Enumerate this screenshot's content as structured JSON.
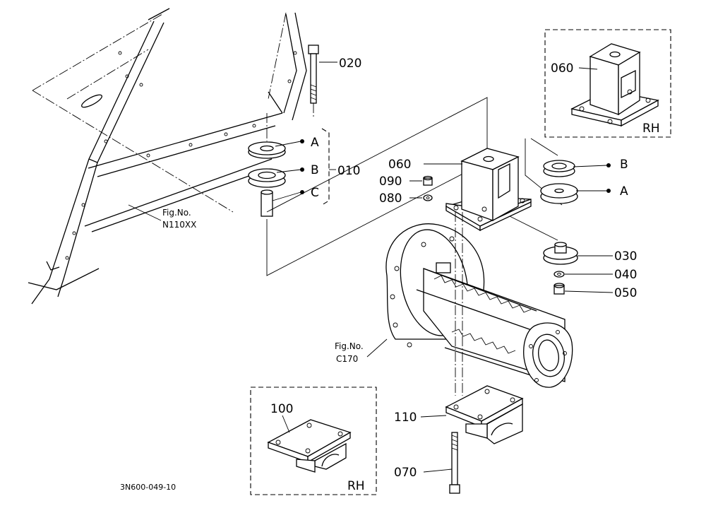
{
  "parts": {
    "p020": "020",
    "p010": "010",
    "p060_main": "060",
    "p060_rh": "060",
    "p090": "090",
    "p080": "080",
    "p030": "030",
    "p040": "040",
    "p050": "050",
    "p110": "110",
    "p070": "070",
    "p100": "100"
  },
  "callouts": {
    "a_left": "A",
    "b_left": "B",
    "c_left": "C",
    "b_right": "B",
    "a_right": "A"
  },
  "figure_refs": {
    "frame_ref_line1": "Fig.No.",
    "frame_ref_line2": "N110XX",
    "housing_ref_line1": "Fig.No.",
    "housing_ref_line2": "C170"
  },
  "insets": {
    "top_right_side": "RH",
    "bottom_left_side": "RH"
  },
  "drawing_id": "3N600-049-10"
}
